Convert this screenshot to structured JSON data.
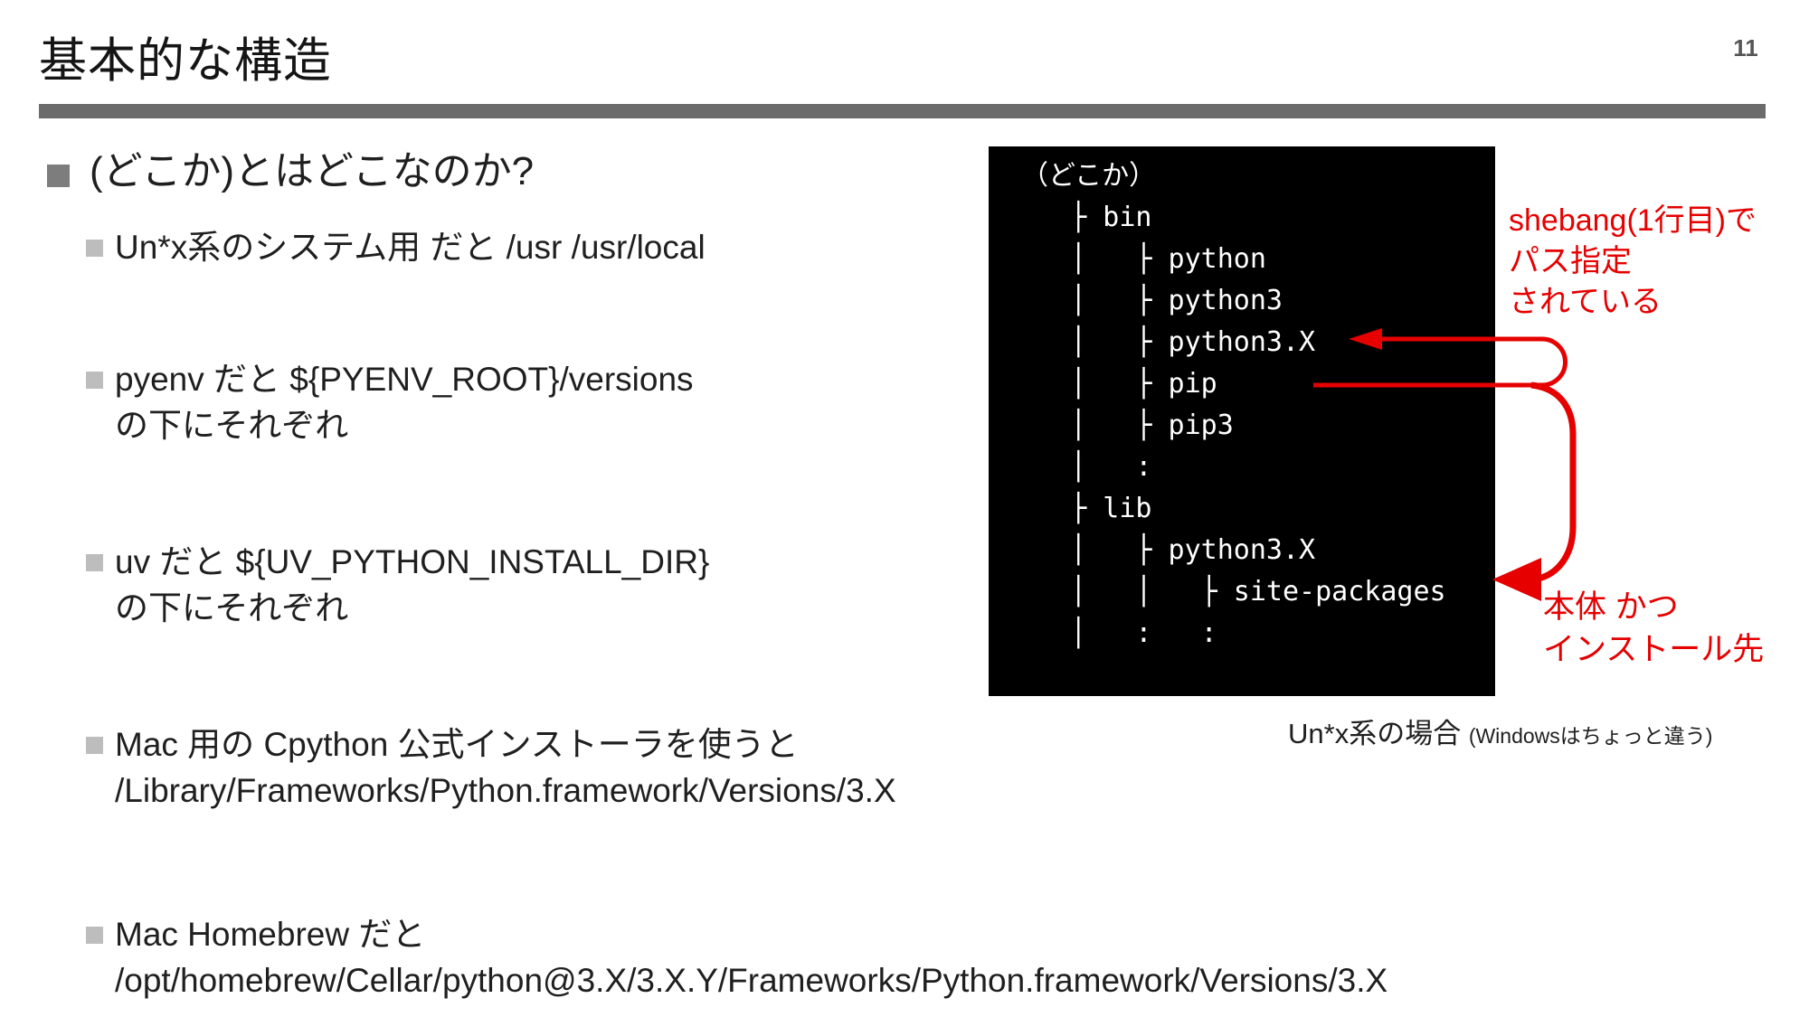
{
  "page": {
    "title": "基本的な構造",
    "page_number": "11"
  },
  "colors": {
    "accent_red": "#e60000",
    "title_bar_gray": "#6b6b6b",
    "l1_bullet_gray": "#7d7d7d",
    "l2_bullet_gray": "#bdbdbd",
    "tree_box_bg": "#000000",
    "tree_text": "#ffffff"
  },
  "content": {
    "heading": "(どこか)とはどこなのか?",
    "bullets": [
      {
        "lines": [
          "Un*x系のシステム用 だと /usr /usr/local"
        ]
      },
      {
        "lines": [
          "pyenv だと ${PYENV_ROOT}/versions",
          "の下にそれぞれ"
        ]
      },
      {
        "lines": [
          "uv だと ${UV_PYTHON_INSTALL_DIR}",
          "の下にそれぞれ"
        ]
      },
      {
        "lines": [
          "Mac 用の Cpython 公式インストーラを使うと",
          "/Library/Frameworks/Python.framework/Versions/3.X"
        ]
      },
      {
        "lines": [
          "Mac Homebrew だと",
          "/opt/homebrew/Cellar/python@3.X/3.X.Y/Frameworks/Python.framework/Versions/3.X"
        ]
      }
    ]
  },
  "diagram": {
    "tree_text": "（どこか）\n   ├ bin\n   │   ├ python\n   │   ├ python3\n   │   ├ python3.X\n   │   ├ pip\n   │   ├ pip3\n   │   :\n   ├ lib\n   │   ├ python3.X\n   │   │   ├ site-packages\n   │   :   :",
    "annotation_shebang": {
      "line1": "shebang(1行目)で",
      "line2": "パス指定",
      "line3": "されている"
    },
    "annotation_install": {
      "line1": "本体 かつ",
      "line2": "インストール先"
    },
    "caption": {
      "main": "Un*x系の場合 ",
      "sub": "(Windowsはちょっと違う)"
    }
  }
}
